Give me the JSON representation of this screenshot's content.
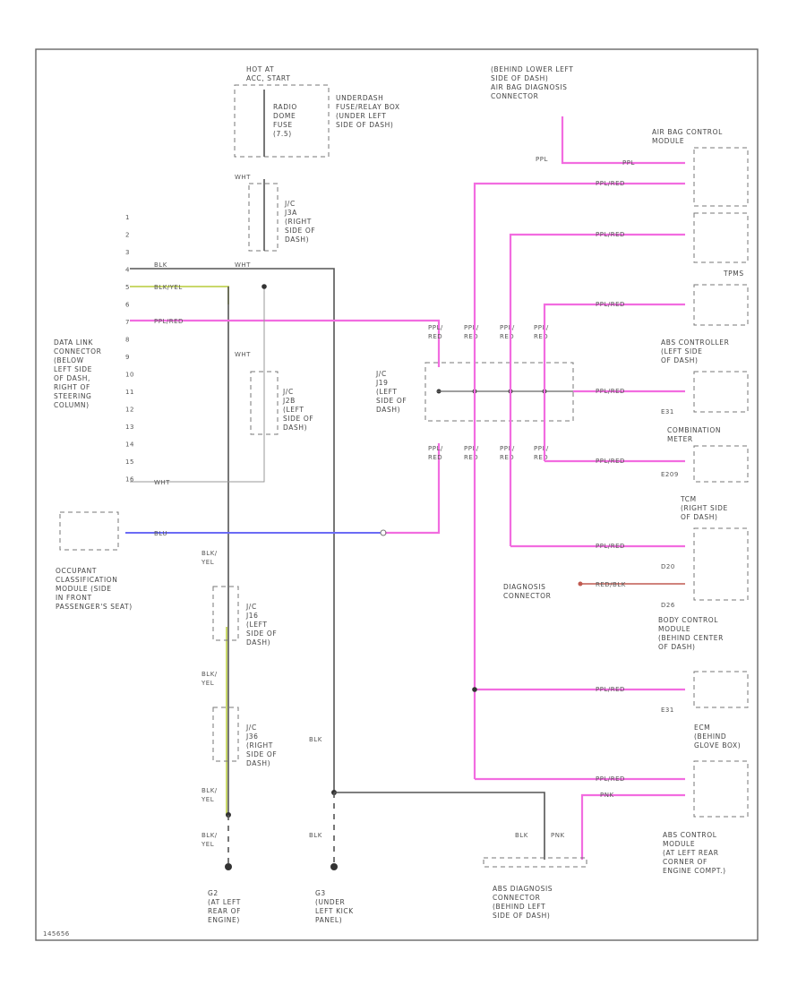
{
  "labels": {
    "hot_at": "HOT AT\nACC, START",
    "fuse_name": "RADIO\nDOME\nFUSE\n(7.5)",
    "fuse_box": "UNDERDASH\nFUSE/RELAY BOX\n(UNDER LEFT\nSIDE OF DASH)",
    "j_c_top": "J/C\nJ3A\n(RIGHT\nSIDE OF\nDASH)",
    "j_c_mid": "J/C\nJ2B\n(LEFT\nSIDE OF\nDASH)",
    "dlc": "DATA LINK\nCONNECTOR\n(BELOW\nLEFT SIDE\nOF DASH,\nRIGHT OF\nSTEERING\nCOLUMN)",
    "occupant": "OCCUPANT\nCLASSIFICATION\nMODULE (SIDE\nIN FRONT\nPASSENGER'S SEAT)",
    "j_c_lower1": "J/C\nJ16\n(LEFT\nSIDE OF\nDASH)",
    "j_c_lower2": "J/C\nJ36\n(RIGHT\nSIDE OF\nDASH)",
    "j_c_center": "J/C\nJ19\n(LEFT\nSIDE OF\nDASH)",
    "ground_g2": "G2\n(AT LEFT\nREAR OF\nENGINE)",
    "ground_g3": "G3\n(UNDER\nLEFT KICK\nPANEL)",
    "diag_top": "(BEHIND LOWER LEFT\nSIDE OF DASH)\nAIR BAG DIAGNOSIS\nCONNECTOR",
    "airbag_module": "AIR BAG CONTROL\nMODULE",
    "tpms": "TPMS",
    "abs_controller": "ABS CONTROLLER\n(LEFT SIDE\nOF DASH)",
    "combination_meter": "COMBINATION\nMETER",
    "tcm": "TCM\n(RIGHT SIDE\nOF DASH)",
    "diagnosis_connector": "DIAGNOSIS\nCONNECTOR",
    "body_control": "BODY CONTROL\nMODULE\n(BEHIND CENTER\nOF DASH)",
    "ecm": "ECM\n(BEHIND\nGLOVE BOX)",
    "abs_control_module": "ABS CONTROL\nMODULE\n(AT LEFT REAR\nCORNER OF\nENGINE COMPT.)",
    "abs_diag_connector": "ABS DIAGNOSIS\nCONNECTOR\n(BEHIND LEFT\nSIDE OF DASH)",
    "diagram_id": "145656"
  },
  "wire_labels": {
    "blk": "BLK",
    "blk_yel": "BLK/YEL",
    "ppl_red": "PPL/RED",
    "ppl": "PPL",
    "wht": "WHT",
    "blu": "BLU",
    "pnk": "PNK",
    "red_blk": "RED/BLK",
    "blk_yel_stacked": "BLK/\nYEL",
    "ppl_red_stacked": "PPL/\nRED"
  },
  "pins": {
    "dlc": [
      "1",
      "2",
      "3",
      "4",
      "5",
      "6",
      "7",
      "8",
      "9",
      "10",
      "11",
      "12",
      "13",
      "14",
      "15",
      "16"
    ],
    "c_e31": "E31",
    "c_e209": "E209",
    "c_d20": "D20",
    "c_d26": "D26",
    "c_e31b": "E31"
  },
  "colors": {
    "black_wire": "#555555",
    "pink_wire": "#f26ce0",
    "blue_wire": "#6b6bf5",
    "yellow_wire": "#c9d86a",
    "red_wire": "#c05a50"
  }
}
